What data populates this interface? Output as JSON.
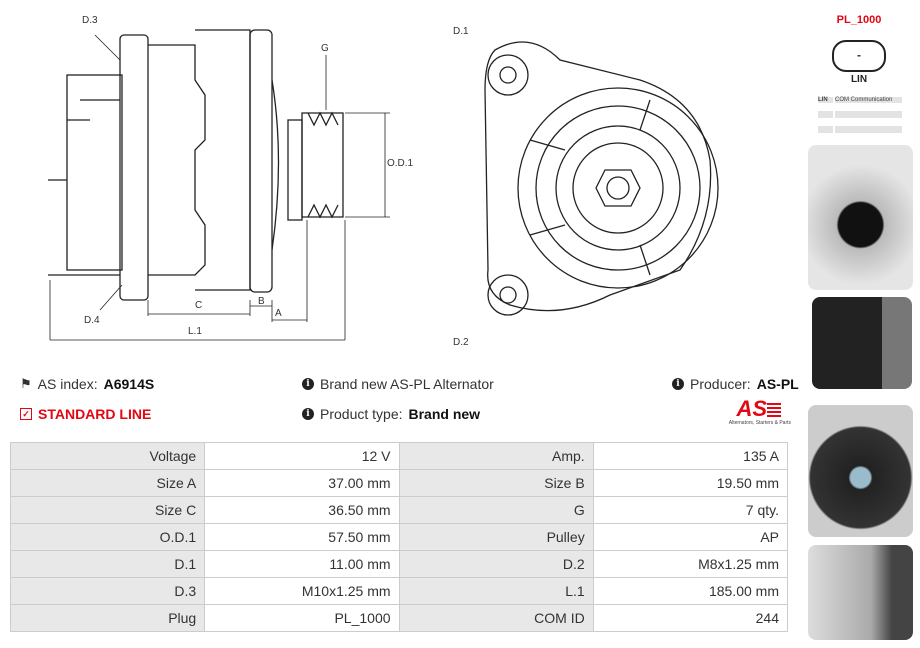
{
  "drawing_labels": {
    "d3": "D.3",
    "d4": "D.4",
    "g": "G",
    "od1": "O.D.1",
    "c": "C",
    "b": "B",
    "a": "A",
    "l1": "L.1",
    "d1": "D.1",
    "d2": "D.2"
  },
  "plug": {
    "title": "PL_1000",
    "connector_label": "LIN",
    "pin_symbol": "-",
    "table": [
      {
        "pin": "LIN",
        "desc": "COM Communication"
      },
      {
        "pin": "",
        "desc": ""
      },
      {
        "pin": "",
        "desc": ""
      }
    ]
  },
  "info": {
    "as_index_label": "AS index:",
    "as_index_value": "A6914S",
    "description": "Brand new AS-PL Alternator",
    "producer_label": "Producer:",
    "producer_value": "AS-PL",
    "line": "STANDARD LINE",
    "product_type_label": "Product type:",
    "product_type_value": "Brand new",
    "logo_text": "AS",
    "logo_tagline": "Alternators, Starters & Parts"
  },
  "colors": {
    "accent": "#e30613",
    "table_label_bg": "#e8e8e8"
  },
  "specs": [
    [
      "Voltage",
      "12 V",
      "Amp.",
      "135 A"
    ],
    [
      "Size A",
      "37.00 mm",
      "Size B",
      "19.50 mm"
    ],
    [
      "Size C",
      "36.50 mm",
      "G",
      "7 qty."
    ],
    [
      "O.D.1",
      "57.50 mm",
      "Pulley",
      "AP"
    ],
    [
      "D.1",
      "11.00 mm",
      "D.2",
      "M8x1.25 mm"
    ],
    [
      "D.3",
      "M10x1.25 mm",
      "L.1",
      "185.00 mm"
    ],
    [
      "Plug",
      "PL_1000",
      "COM ID",
      "244"
    ]
  ]
}
